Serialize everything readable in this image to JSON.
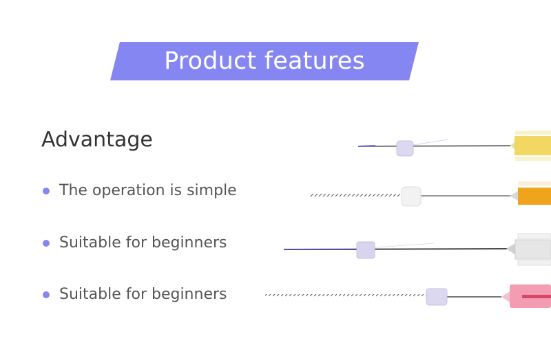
{
  "banner": {
    "title": "Product features",
    "color": "#8686f2"
  },
  "section": {
    "heading": "Advantage",
    "bullet_color": "#8686f2",
    "items": [
      {
        "label": "The operation is simple"
      },
      {
        "label": "Suitable for beginners"
      },
      {
        "label": "Suitable for beginners"
      }
    ]
  },
  "images": [
    {
      "name": "needle-yellow-hub",
      "hub_color": "#f1d451"
    },
    {
      "name": "needle-orange-hub-screw",
      "hub_color": "#f0a41e"
    },
    {
      "name": "needle-clear-hub",
      "hub_color": "#dcdcdc"
    },
    {
      "name": "needle-pink-hub-screw",
      "hub_color": "#f49cb2"
    }
  ]
}
